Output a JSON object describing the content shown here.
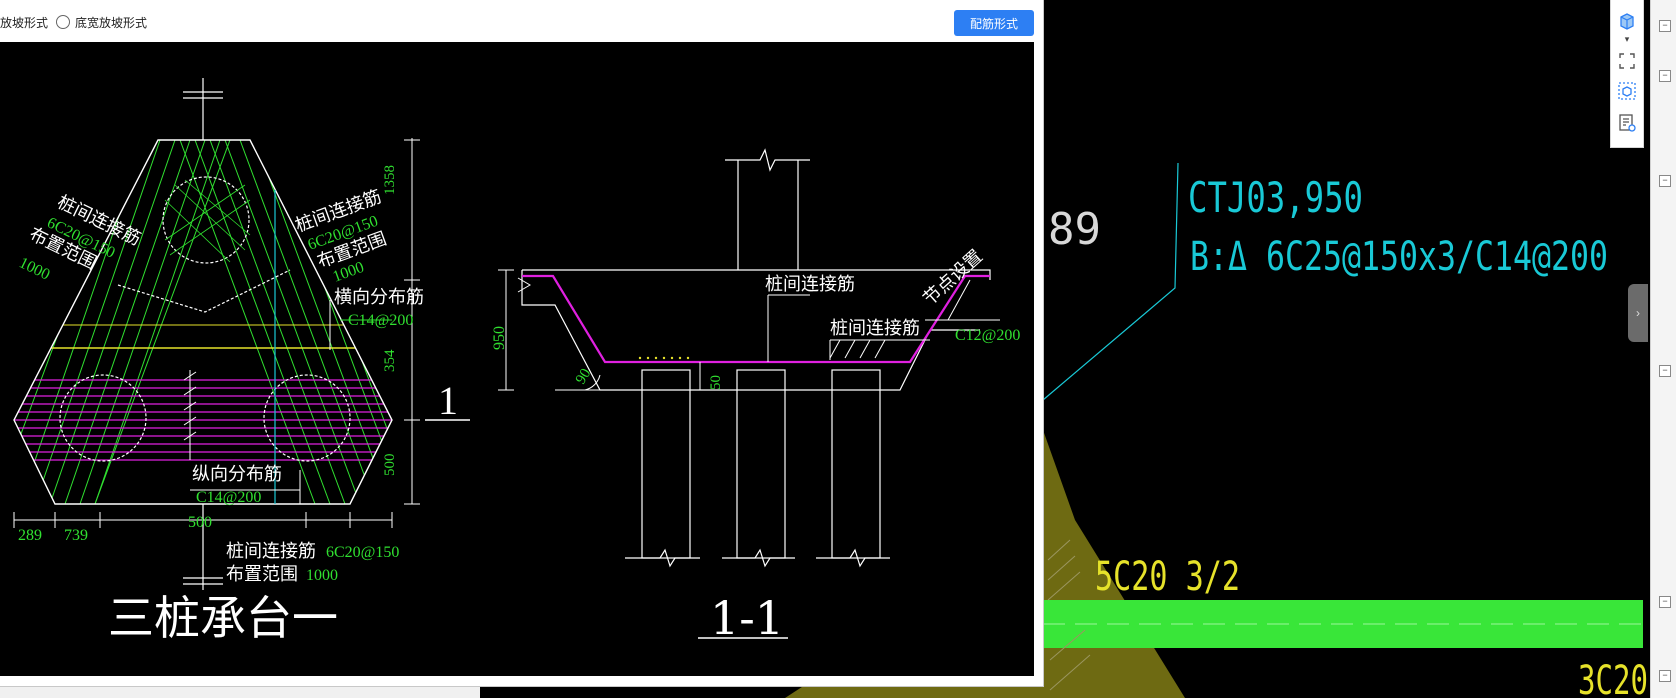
{
  "dialog": {
    "options": [
      {
        "label": "放坡形式",
        "checked": false
      },
      {
        "label": "底宽放坡形式",
        "checked": false
      }
    ],
    "config_button": "配筋形式"
  },
  "drawing": {
    "title_left": "三桩承台一",
    "section_marker": "1",
    "title_right": "1-1",
    "plan": {
      "dim_1358": "1358",
      "dim_354": "354",
      "dim_500_r": "500",
      "dim_289": "289",
      "dim_739": "739",
      "dim_500_b": "500",
      "lbl_lj_left": "桩间连接筋",
      "val_lj_left": "6C20@150",
      "lbl_bz_left": "布置范围",
      "val_bz_left": "1000",
      "lbl_lj_right": "桩间连接筋",
      "val_lj_right": "6C20@150",
      "lbl_bz_right": "布置范围",
      "val_bz_right": "1000",
      "lbl_hx": "横向分布筋",
      "val_hx": "C14@200",
      "lbl_zx": "纵向分布筋",
      "val_zx": "C14@200",
      "lbl_lj_bottom": "桩间连接筋",
      "val_lj_bottom": "6C20@150",
      "lbl_bz_bottom": "布置范围",
      "val_bz_bottom": "1000"
    },
    "section": {
      "dim_950": "950",
      "dim_50": "50",
      "dim_90": "90",
      "lbl_lj1": "桩间连接筋",
      "lbl_lj2": "桩间连接筋",
      "lbl_node": "节点设置",
      "val_c12": "C12@200"
    }
  },
  "cad_background": {
    "text_89": "89",
    "label_ctj": "CTJ03,950",
    "label_b": "B:Δ 6C25@150x3/C14@200",
    "label_5c20": "5C20 3/2",
    "label_3c20": "3C20"
  },
  "toolbar": {
    "icons": [
      "cube-icon",
      "fullscreen-icon",
      "view-3d-icon",
      "properties-icon"
    ]
  },
  "colors": {
    "cyan": "#19c9d6",
    "green": "#30e030",
    "magenta": "#e020e0",
    "yellow": "#e6e22a",
    "olive": "#6e6a12",
    "accent": "#2d7ff3"
  }
}
